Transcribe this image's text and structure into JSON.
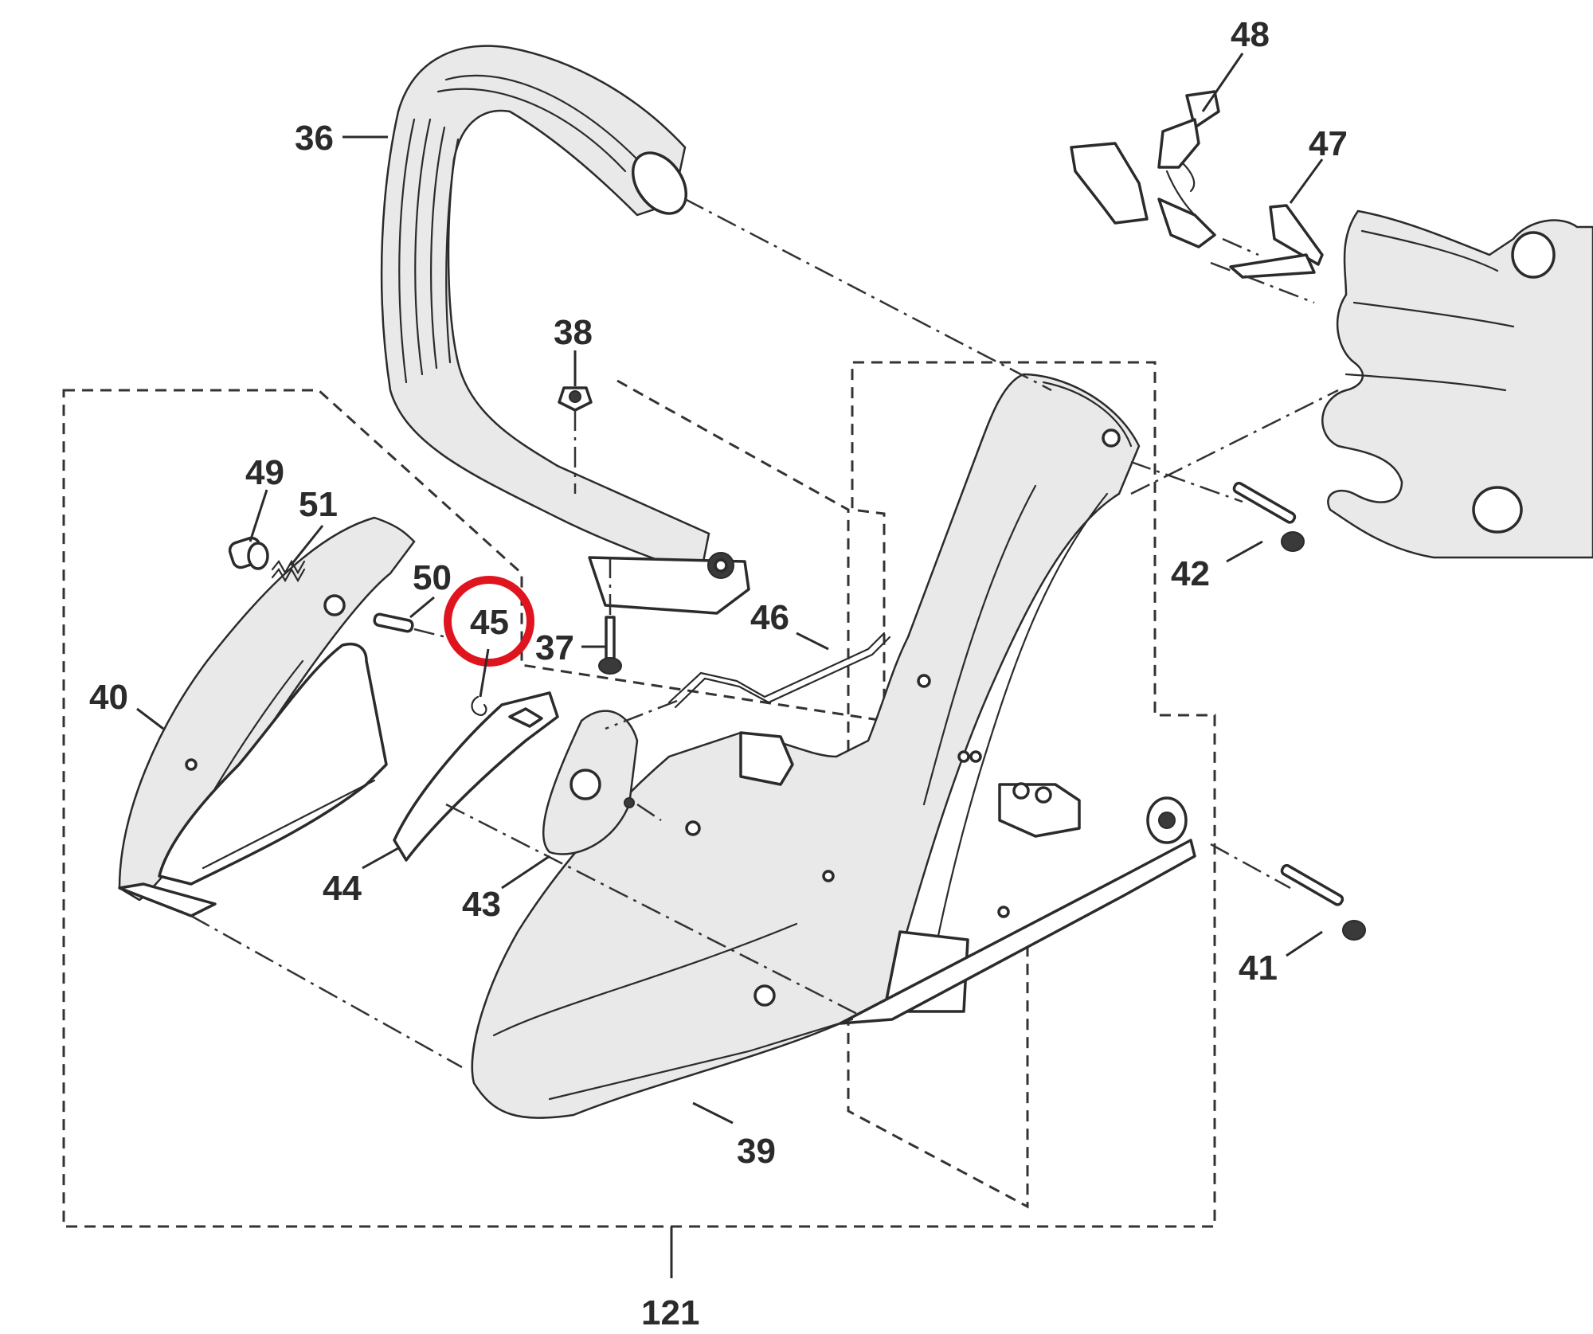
{
  "diagram": {
    "highlight_color": "#e0141e",
    "highlighted_callout": "45",
    "callouts": {
      "c36": "36",
      "c37": "37",
      "c38": "38",
      "c39": "39",
      "c40": "40",
      "c41": "41",
      "c42": "42",
      "c43": "43",
      "c44": "44",
      "c45": "45",
      "c46": "46",
      "c47": "47",
      "c48": "48",
      "c49": "49",
      "c50": "50",
      "c51": "51",
      "c121": "121"
    }
  }
}
